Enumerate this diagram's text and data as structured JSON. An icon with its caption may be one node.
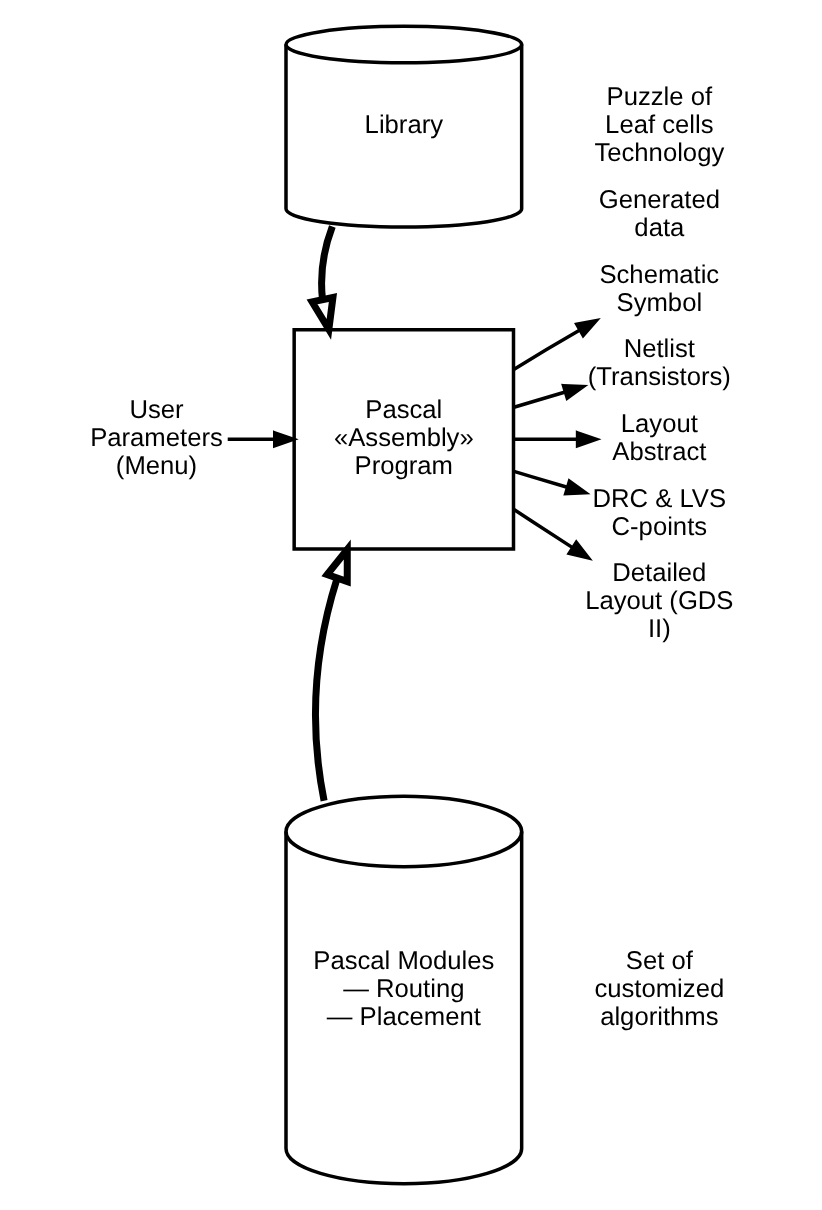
{
  "diagram": {
    "nodes": [
      {
        "text": [
          "Library"
        ],
        "beside": [
          "Puzzle of Leaf cells Technology"
        ]
      },
      {
        "text": [
          "Pascal «Assembly» Program"
        ]
      },
      {
        "text": [
          "User Parameters (Menu)"
        ]
      },
      {
        "text": [
          "Pascal Modules",
          "— Routing",
          "— Placement"
        ],
        "beside": [
          "Set of customized algorithms"
        ]
      },
      {
        "text": [
          "Schematic Symbol"
        ]
      },
      {
        "text": [
          "Netlist (Transistors)"
        ]
      },
      {
        "text": [
          "Layout Abstract"
        ]
      },
      {
        "text": [
          "DRC & LVS C-points"
        ]
      },
      {
        "text": [
          "Detailed Layout (GDS II)"
        ]
      }
    ],
    "edges": [
      {
        "from": 0,
        "to": 1,
        "arrow": "to",
        "style": "thick"
      },
      {
        "from": 3,
        "to": 1,
        "arrow": "to",
        "style": "thick"
      },
      {
        "from": 2,
        "to": 1,
        "arrow": "to"
      },
      {
        "from": 1,
        "to": 4,
        "arrow": "to"
      },
      {
        "from": 1,
        "to": 5,
        "arrow": "to"
      },
      {
        "from": 1,
        "to": 6,
        "arrow": "to"
      },
      {
        "from": 1,
        "to": 7,
        "arrow": "to"
      },
      {
        "from": 1,
        "to": 8,
        "arrow": "to"
      }
    ],
    "labels": [
      "Generated data"
    ]
  }
}
